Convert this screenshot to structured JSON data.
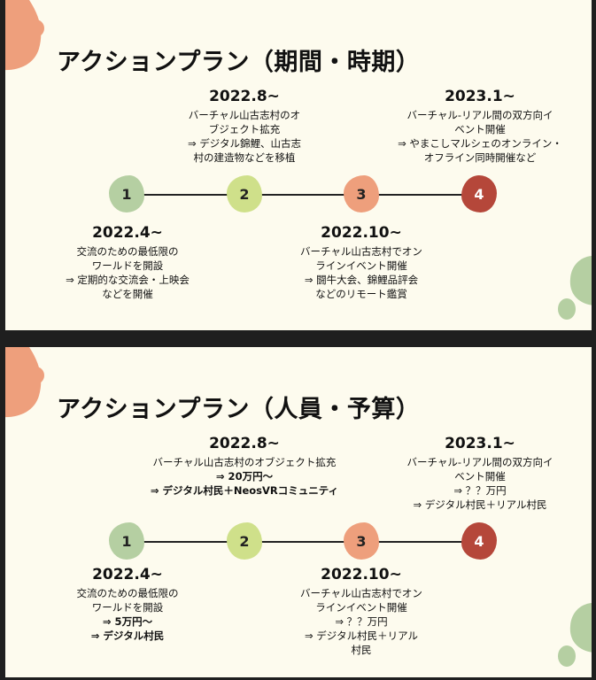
{
  "slides": [
    {
      "title": "アクションプラン（期間・時期）",
      "nodes": [
        "1",
        "2",
        "3",
        "4"
      ],
      "milestones": {
        "m1": {
          "date": "2022.4~",
          "lines": [
            "交流のための最低限の",
            "ワールドを開設",
            "⇒ 定期的な交流会・上映会",
            "などを開催"
          ]
        },
        "m2": {
          "date": "2022.8~",
          "lines": [
            "バーチャル山古志村のオ",
            "ブジェクト拡充",
            "⇒ デジタル錦鯉、山古志",
            "村の建造物などを移植"
          ]
        },
        "m3": {
          "date": "2022.10~",
          "lines": [
            "バーチャル山古志村でオン",
            "ラインイベント開催",
            "⇒ 闘牛大会、錦鯉品評会",
            "などのリモート鑑賞"
          ]
        },
        "m4": {
          "date": "2023.1~",
          "lines": [
            "バーチャル-リアル間の双方向イ",
            "ベント開催",
            "⇒ やまこしマルシェのオンライン・",
            "オフライン同時開催など"
          ]
        }
      }
    },
    {
      "title": "アクションプラン（人員・予算）",
      "nodes": [
        "1",
        "2",
        "3",
        "4"
      ],
      "milestones": {
        "m1": {
          "date": "2022.4~",
          "lines": [
            "交流のための最低限の",
            "ワールドを開設",
            "⇒ 5万円～",
            "⇒ デジタル村民"
          ]
        },
        "m2": {
          "date": "2022.8~",
          "lines": [
            "バーチャル山古志村のオブジェクト拡充",
            "⇒ 20万円～",
            "⇒ デジタル村民＋NeosVRコミュニティ"
          ]
        },
        "m3": {
          "date": "2022.10~",
          "lines": [
            "バーチャル山古志村でオン",
            "ラインイベント開催",
            "⇒ ？？万円",
            "⇒ デジタル村民＋リアル",
            "村民"
          ]
        },
        "m4": {
          "date": "2023.1~",
          "lines": [
            "バーチャル-リアル間の双方向イ",
            "ベント開催",
            "⇒ ？？万円",
            "⇒ デジタル村民＋リアル村民"
          ]
        }
      }
    }
  ],
  "colors": {
    "background": "#fdfbee",
    "accent_orange": "#ee9f7c",
    "accent_green": "#b5cfa2",
    "accent_lime": "#cfe08a",
    "accent_red": "#b5473a"
  }
}
